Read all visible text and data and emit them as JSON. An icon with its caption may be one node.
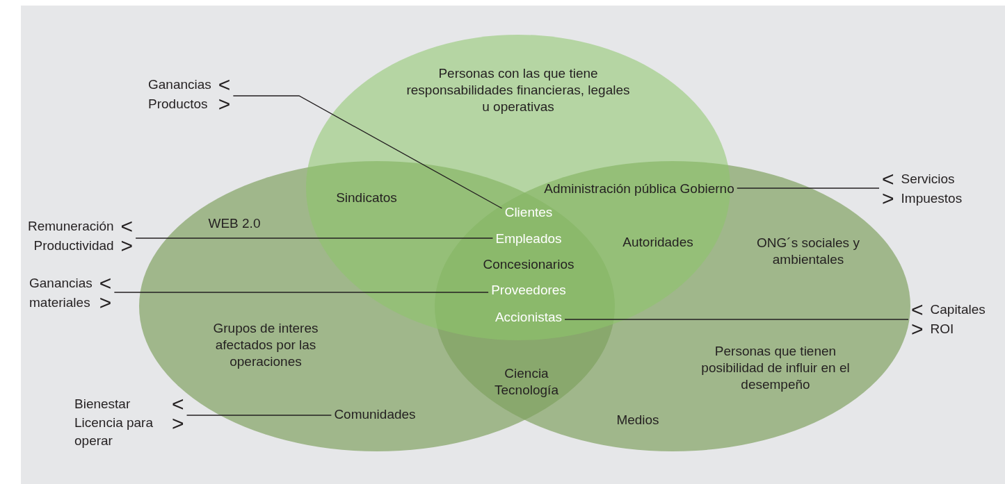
{
  "diagram": {
    "nodes": [
      {
        "text": [
          "Personas con las que tiene responsabilidades financieras, legales u operativas"
        ]
      },
      {
        "text": [
          "Grupos de interes afectados por las operaciones"
        ]
      },
      {
        "text": [
          "Personas que tienen posibilidad de influir en el desempeño"
        ]
      },
      {
        "text": [
          "Ganancias",
          "<",
          "Productos",
          ">"
        ]
      },
      {
        "text": [
          "Clientes"
        ]
      },
      {
        "text": [
          "Remuneración",
          "<",
          "Productividad",
          ">"
        ]
      },
      {
        "text": [
          "Empleados"
        ]
      },
      {
        "text": [
          "Ganancias",
          "<",
          "materiales",
          ">"
        ]
      },
      {
        "text": [
          "Proveedores"
        ]
      },
      {
        "text": [
          "Administración pública Gobierno"
        ]
      },
      {
        "text": [
          "<",
          "Servicios",
          ">",
          "Impuestos"
        ]
      },
      {
        "text": [
          "Accionistas"
        ]
      },
      {
        "text": [
          "<",
          "Capitales",
          ">",
          "ROI"
        ]
      },
      {
        "text": [
          "Bienestar",
          "<",
          "Licencia para operar",
          ">"
        ]
      },
      {
        "text": [
          "Comunidades"
        ],
        "in": 1
      }
    ],
    "edges": [
      {
        "from": 3,
        "to": 4,
        "arrow": "none"
      },
      {
        "from": 5,
        "to": 6,
        "arrow": "none"
      },
      {
        "from": 7,
        "to": 8,
        "arrow": "none"
      },
      {
        "from": 9,
        "to": 10,
        "arrow": "none"
      },
      {
        "from": 11,
        "to": 12,
        "arrow": "none"
      },
      {
        "from": 13,
        "to": 14,
        "arrow": "none"
      }
    ],
    "labels": [
      "Sindicatos",
      "WEB 2.0",
      "Concesionarios",
      "Autoridades",
      "ONG´s sociales y ambientales",
      "Ciencia Tecnología",
      "Medios"
    ]
  }
}
